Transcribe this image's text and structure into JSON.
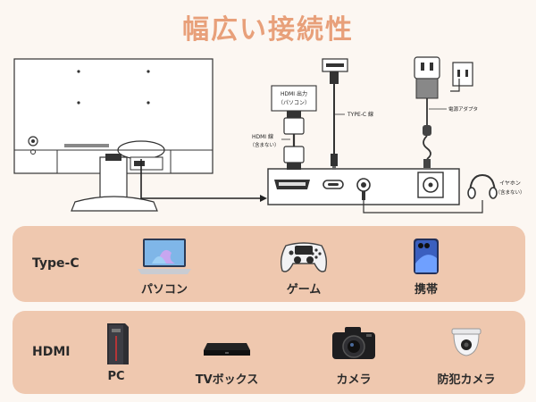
{
  "title": "幅広い接続性",
  "diagram": {
    "hdmi_out_label": "HDMI 出力",
    "hdmi_out_sub": "（パソコン）",
    "hdmi_cable_label": "HDMI 線",
    "hdmi_cable_sub": "（含まない）",
    "typec_cable_label": "TYPE-C 線",
    "adapter_label": "電源アダプタ",
    "earphone_label": "イヤホン",
    "earphone_sub": "（含まない）"
  },
  "rows": [
    {
      "label": "Type-C",
      "devices": [
        {
          "name": "パソコン",
          "icon": "laptop-icon"
        },
        {
          "name": "ゲーム",
          "icon": "gamepad-icon"
        },
        {
          "name": "携帯",
          "icon": "smartphone-icon"
        }
      ]
    },
    {
      "label": "HDMI",
      "devices": [
        {
          "name": "PC",
          "icon": "pc-tower-icon"
        },
        {
          "name": "TVボックス",
          "icon": "tv-box-icon"
        },
        {
          "name": "カメラ",
          "icon": "camera-icon"
        },
        {
          "name": "防犯カメラ",
          "icon": "security-camera-icon"
        }
      ]
    }
  ],
  "colors": {
    "title": "#e8a07a",
    "panel": "#efc8af",
    "background": "#fcf7f2"
  }
}
